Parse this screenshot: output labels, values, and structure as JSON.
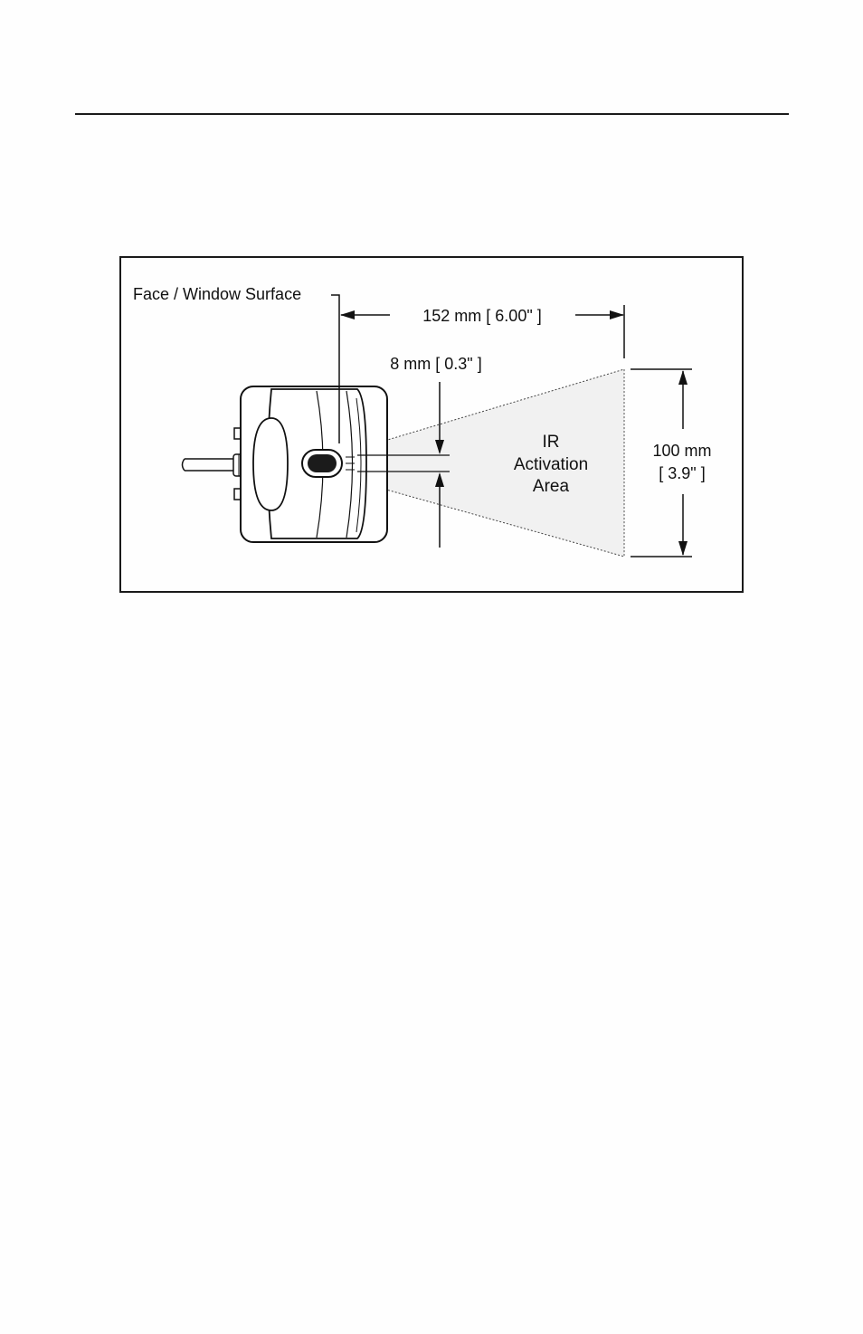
{
  "figure": {
    "labels": {
      "face_surface": "Face / Window Surface",
      "length": "152 mm [ 6.00\" ]",
      "offset": "8 mm [ 0.3\" ]",
      "area_line1": "IR",
      "area_line2": "Activation",
      "area_line3": "Area",
      "height_line1": "100 mm",
      "height_line2": "[ 3.9\" ]"
    },
    "colors": {
      "line": "#111111",
      "area_fill": "#f1f1f1",
      "device_body": "#ffffff",
      "frame": "#1a1a1a"
    }
  }
}
